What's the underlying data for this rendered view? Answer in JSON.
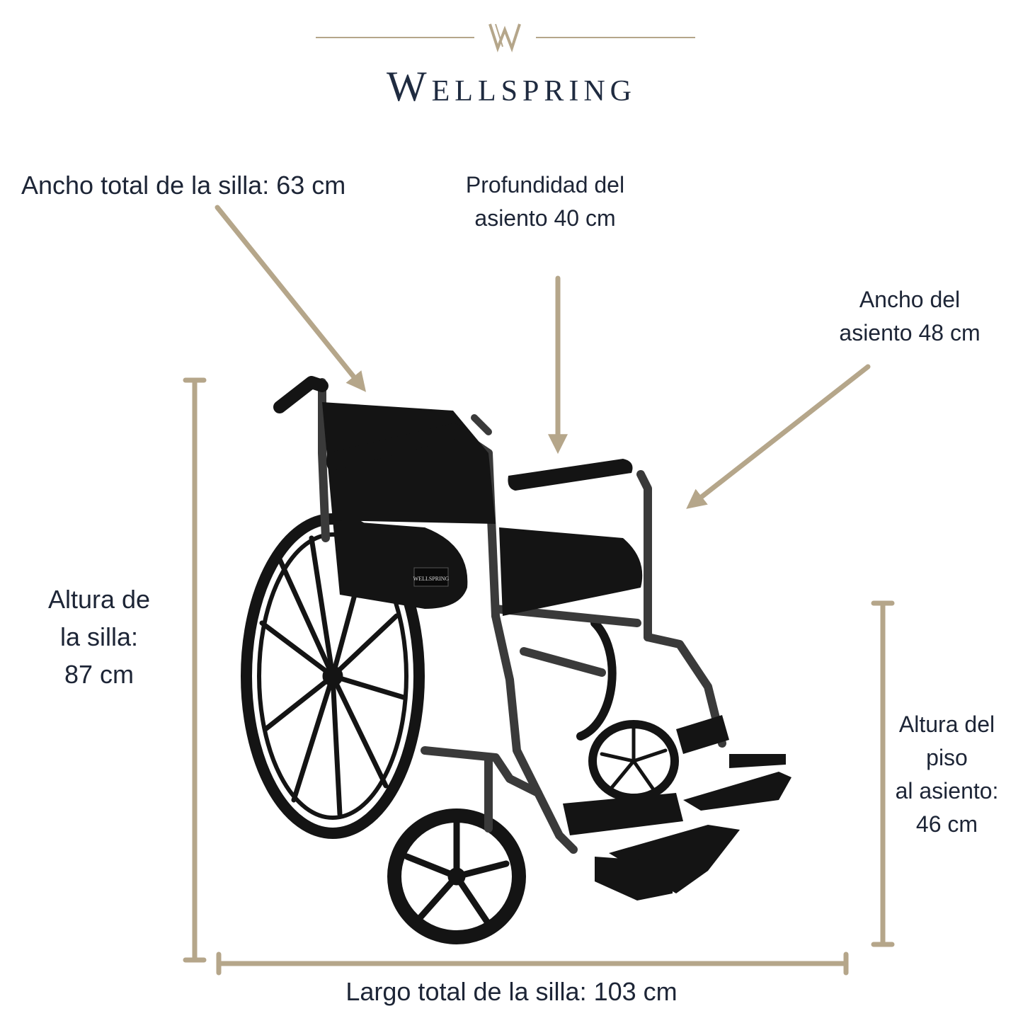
{
  "brand": {
    "name": "Wellspring",
    "mark": "W"
  },
  "product_badge": "WELLSPRING",
  "dimensions": {
    "total_width": "Ancho total de la silla: 63 cm",
    "seat_depth": [
      "Profundidad del",
      "asiento 40 cm"
    ],
    "seat_width": [
      "Ancho del",
      "asiento 48 cm"
    ],
    "chair_height": [
      "Altura de",
      "la silla:",
      "87 cm"
    ],
    "floor_to_seat": [
      "Altura del",
      "piso",
      "al asiento:",
      "46 cm"
    ],
    "total_length": "Largo total de la silla: 103 cm"
  },
  "colors": {
    "accent": "#b5a68a",
    "text": "#1d2536",
    "chair": "#111111"
  }
}
